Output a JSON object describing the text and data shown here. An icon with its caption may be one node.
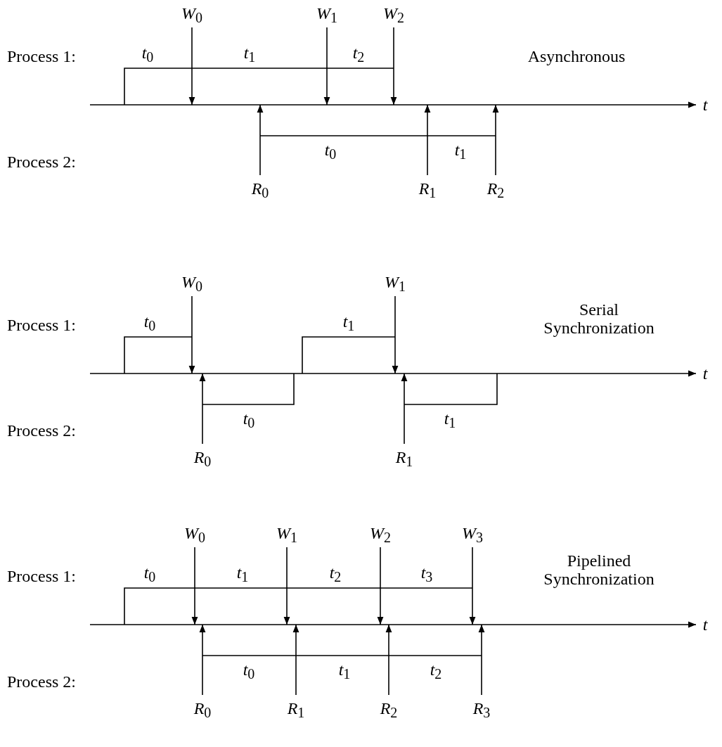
{
  "diagram": {
    "nodes": [
      {
        "text": [
          "*W*$_{0}$"
        ]
      },
      {
        "text": [
          "*W*$_{1}$"
        ]
      },
      {
        "text": [
          "*W*$_{2}$"
        ]
      },
      {
        "text": [
          "*R*$_{0}$"
        ]
      },
      {
        "text": [
          "*R*$_{1}$"
        ]
      },
      {
        "text": [
          "*R*$_{2}$"
        ]
      },
      {
        "text": [
          "*W*$_{0}$"
        ]
      },
      {
        "text": [
          "*W*$_{1}$"
        ]
      },
      {
        "text": [
          "*R*$_{0}$"
        ]
      },
      {
        "text": [
          "*R*$_{1}$"
        ]
      },
      {
        "text": [
          "*W*$_{0}$"
        ]
      },
      {
        "text": [
          "*W*$_{1}$"
        ]
      },
      {
        "text": [
          "*W*$_{2}$"
        ]
      },
      {
        "text": [
          "*W*$_{3}$"
        ]
      },
      {
        "text": [
          "*R*$_{0}$"
        ]
      },
      {
        "text": [
          "*R*$_{1}$"
        ]
      },
      {
        "text": [
          "*R*$_{2}$"
        ]
      },
      {
        "text": [
          "*R*$_{3}$"
        ]
      }
    ],
    "edges": [
      {
        "from": 0,
        "to": null,
        "arrow": "to"
      },
      {
        "from": 1,
        "to": null,
        "arrow": "to"
      },
      {
        "from": 2,
        "to": null,
        "arrow": "to"
      },
      {
        "from": 3,
        "to": null,
        "arrow": "to"
      },
      {
        "from": 4,
        "to": null,
        "arrow": "to"
      },
      {
        "from": 5,
        "to": null,
        "arrow": "to"
      },
      {
        "from": 6,
        "to": null,
        "arrow": "to"
      },
      {
        "from": 7,
        "to": null,
        "arrow": "to"
      },
      {
        "from": 8,
        "to": null,
        "arrow": "to"
      },
      {
        "from": 9,
        "to": null,
        "arrow": "to"
      },
      {
        "from": 10,
        "to": null,
        "arrow": "to"
      },
      {
        "from": 11,
        "to": null,
        "arrow": "to"
      },
      {
        "from": 12,
        "to": null,
        "arrow": "to"
      },
      {
        "from": 13,
        "to": null,
        "arrow": "to"
      },
      {
        "from": 14,
        "to": null,
        "arrow": "to"
      },
      {
        "from": 15,
        "to": null,
        "arrow": "to"
      },
      {
        "from": 16,
        "to": null,
        "arrow": "to"
      },
      {
        "from": 17,
        "to": null,
        "arrow": "to"
      }
    ],
    "labels": [
      "Process 1:",
      "*t*$_{0}$",
      "*t*$_{1}$",
      "*t*$_{2}$",
      "Asynchronous",
      "*t*",
      "Process 2:",
      "*t*$_{0}$",
      "*t*$_{1}$",
      "Process 1:",
      "*t*$_{0}$",
      "*t*$_{1}$",
      "Serial Synchronization",
      "*t*",
      "Process 2:",
      "*t*$_{0}$",
      "*t*$_{1}$",
      "Process 1:",
      "*t*$_{0}$",
      "*t*$_{1}$",
      "*t*$_{2}$",
      "*t*$_{3}$",
      "Pipelined Synchronization",
      "*t*",
      "Process 2:",
      "*t*$_{0}$",
      "*t*$_{1}$",
      "*t*$_{2}$"
    ]
  }
}
